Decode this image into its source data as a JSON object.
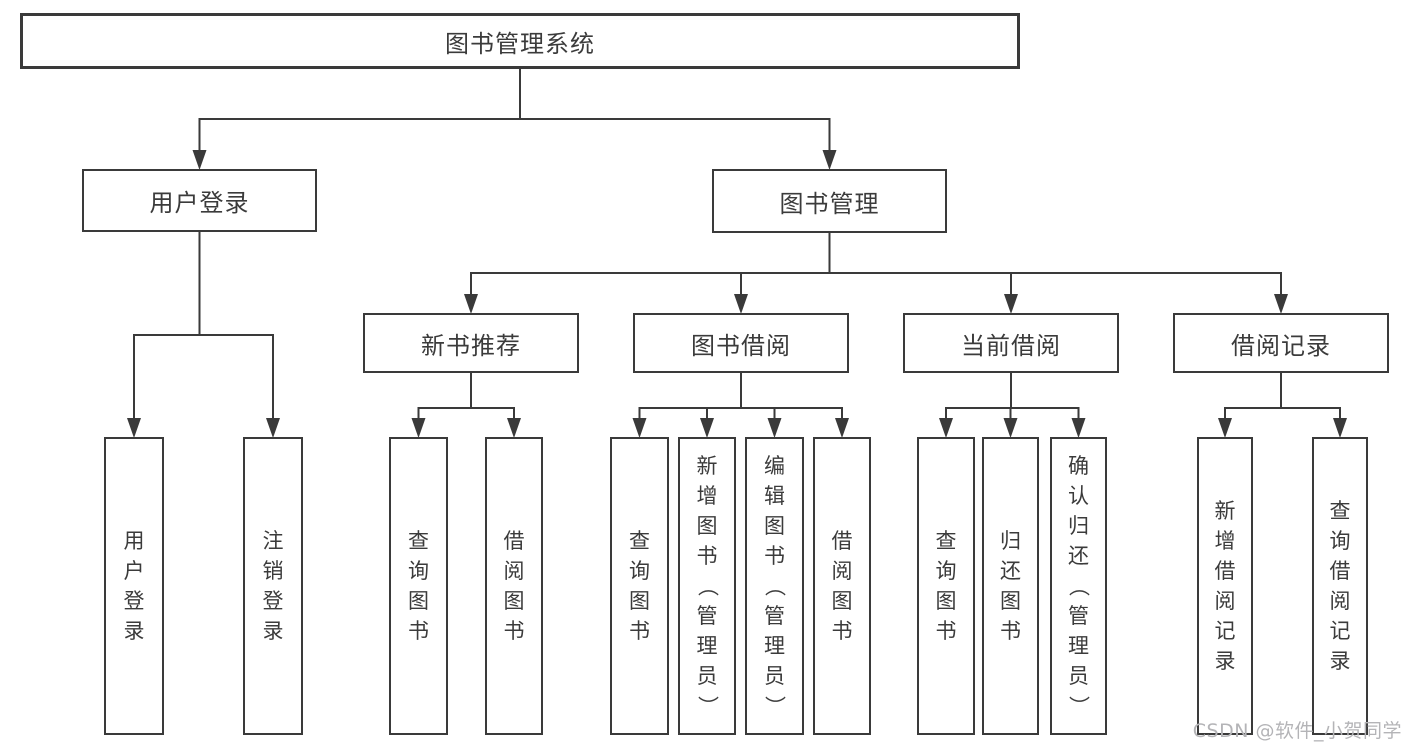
{
  "diagram": {
    "title": "图书管理系统",
    "watermark": "CSDN @软件_小贺同学",
    "colors": {
      "line": "#3a3a3a",
      "text": "#3b3b3b",
      "background": "#ffffff",
      "watermark": "#b4b4b7"
    },
    "nodes": {
      "root": {
        "label": "图书管理系统"
      },
      "user_login": {
        "label": "用户登录"
      },
      "book_mgmt": {
        "label": "图书管理"
      },
      "new_books": {
        "label": "新书推荐"
      },
      "book_borrow": {
        "label": "图书借阅"
      },
      "current_borrow": {
        "label": "当前借阅"
      },
      "borrow_records": {
        "label": "借阅记录"
      },
      "ul_login": {
        "label": "用户登录"
      },
      "ul_logout": {
        "label": "注销登录"
      },
      "nb_query": {
        "label": "查询图书"
      },
      "nb_borrow": {
        "label": "借阅图书"
      },
      "bb_query": {
        "label": "查询图书"
      },
      "bb_add": {
        "label": "新增图书（管理员）"
      },
      "bb_edit": {
        "label": "编辑图书（管理员）"
      },
      "bb_borrow": {
        "label": "借阅图书"
      },
      "cb_query": {
        "label": "查询图书"
      },
      "cb_return": {
        "label": "归还图书"
      },
      "cb_confirm": {
        "label": "确认归还（管理员）"
      },
      "br_add": {
        "label": "新增借阅记录"
      },
      "br_query": {
        "label": "查询借阅记录"
      }
    },
    "hierarchy": {
      "root": [
        "user_login",
        "book_mgmt"
      ],
      "user_login": [
        "ul_login",
        "ul_logout"
      ],
      "book_mgmt": [
        "new_books",
        "book_borrow",
        "current_borrow",
        "borrow_records"
      ],
      "new_books": [
        "nb_query",
        "nb_borrow"
      ],
      "book_borrow": [
        "bb_query",
        "bb_add",
        "bb_edit",
        "bb_borrow"
      ],
      "current_borrow": [
        "cb_query",
        "cb_return",
        "cb_confirm"
      ],
      "borrow_records": [
        "br_add",
        "br_query"
      ]
    }
  }
}
